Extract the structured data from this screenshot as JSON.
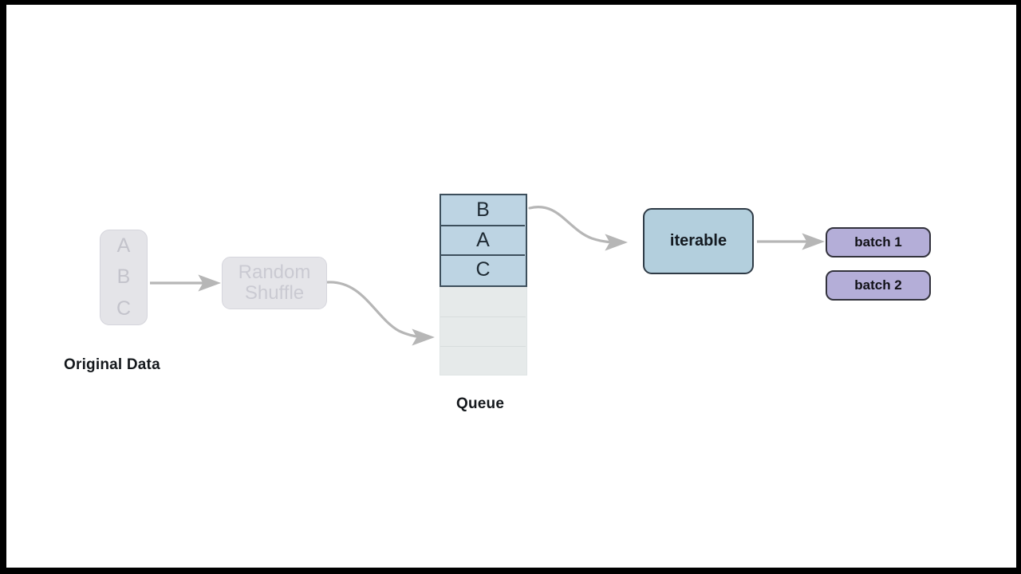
{
  "diagram": {
    "title_semantic": "data-input-pipeline-shuffle-queue-batching",
    "nodes": {
      "original_data": {
        "label": "Original Data",
        "items": [
          "A",
          "B",
          "C"
        ],
        "fill": "#e4e4e8",
        "border": "#d5d5dc",
        "text_color": "#c3c3cb",
        "state": "faded"
      },
      "random_shuffle": {
        "line1": "Random",
        "line2": "Shuffle",
        "fill": "#e5e5e9",
        "border": "#d6d6dd",
        "text_color": "#cacad2",
        "state": "faded"
      },
      "queue": {
        "label": "Queue",
        "filled_cells": [
          "B",
          "A",
          "C"
        ],
        "empty_cells": [
          "",
          "",
          ""
        ],
        "filled_fill": "#bdd4e3",
        "filled_border": "#3d4f5c",
        "empty_fill": "#e6eaea",
        "empty_border": "#dfe4e5",
        "text_color": "#1e2a33"
      },
      "iterable": {
        "label": "iterable",
        "fill": "#b3cfdd",
        "border": "#2f3b46",
        "text_color": "#141a20"
      },
      "batches": [
        {
          "label": "batch 1",
          "fill": "#b4aed8",
          "border": "#32323c"
        },
        {
          "label": "batch 2",
          "fill": "#b4aed8",
          "border": "#32323c"
        }
      ]
    },
    "arrows": [
      {
        "name": "original-data-to-random-shuffle",
        "shape": "straight",
        "color": "#b6b6b6"
      },
      {
        "name": "random-shuffle-to-queue",
        "shape": "s-curve",
        "color": "#b6b6b6"
      },
      {
        "name": "queue-to-iterable",
        "shape": "s-curve",
        "color": "#b6b6b6"
      },
      {
        "name": "iterable-to-batch-1",
        "shape": "straight",
        "color": "#b6b6b6"
      }
    ],
    "background": "#ffffff",
    "frame_color": "#000000"
  }
}
